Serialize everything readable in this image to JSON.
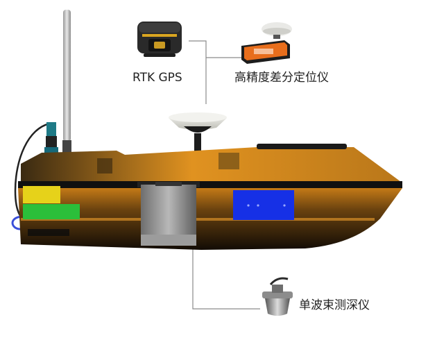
{
  "labels": {
    "rtk_gps": "RTK GPS",
    "dgps": "高精度差分定位仪",
    "echo_sounder": "单波束测深仪"
  },
  "colors": {
    "hull_dark": "#1a1208",
    "hull_orange": "#d98a1c",
    "deck_black": "#101010",
    "battery_yellow": "#e6d21a",
    "battery_green": "#2bbf3a",
    "blue_module": "#1630e6",
    "cable_blue": "#3b4fd9",
    "leader_line": "#8a8a8a"
  }
}
